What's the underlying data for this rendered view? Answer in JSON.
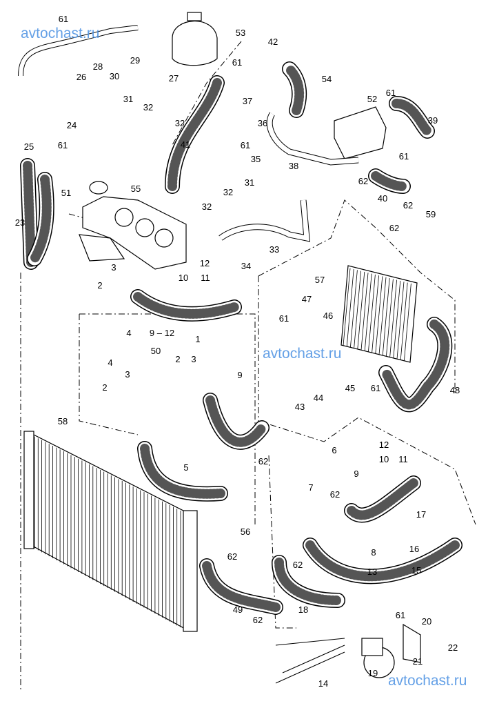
{
  "watermark": "avtochast.ru",
  "callouts": [
    "61",
    "28",
    "29",
    "30",
    "26",
    "27",
    "53",
    "42",
    "61",
    "54",
    "31",
    "32",
    "32",
    "37",
    "36",
    "52",
    "61",
    "39",
    "24",
    "25",
    "61",
    "41",
    "61",
    "35",
    "61",
    "38",
    "51",
    "55",
    "32",
    "31",
    "62",
    "40",
    "62",
    "59",
    "23",
    "32",
    "33",
    "62",
    "34",
    "12",
    "3",
    "10",
    "11",
    "57",
    "2",
    "47",
    "46",
    "61",
    "4",
    "9 – 12",
    "50",
    "1",
    "9",
    "45",
    "61",
    "44",
    "43",
    "48",
    "4",
    "2",
    "3",
    "3",
    "2",
    "58",
    "6",
    "62",
    "12",
    "10",
    "11",
    "9",
    "5",
    "7",
    "62",
    "17",
    "56",
    "16",
    "62",
    "8",
    "62",
    "15",
    "13",
    "18",
    "49",
    "62",
    "61",
    "20",
    "22",
    "21",
    "19",
    "14"
  ]
}
